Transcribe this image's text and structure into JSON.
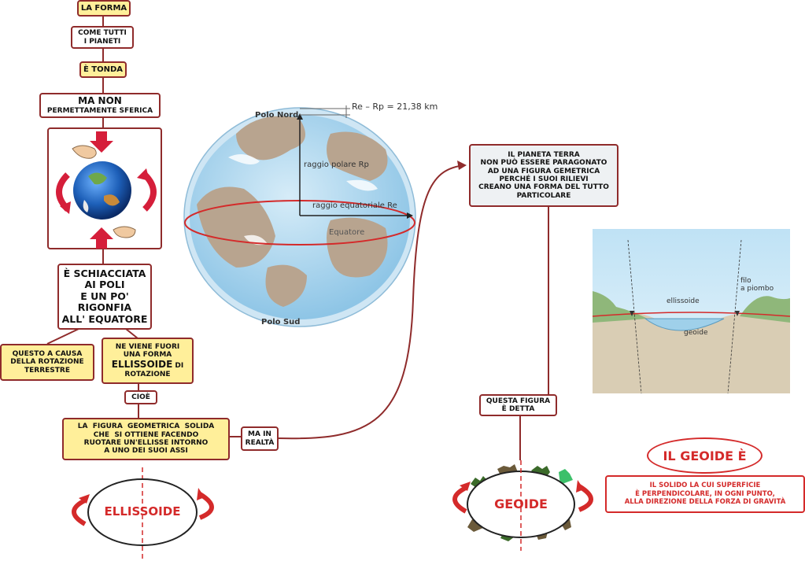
{
  "nodes": {
    "la_forma": "LA FORMA",
    "come_tutti": "COME TUTTI\nI PIANETI",
    "e_tonda": "È TONDA",
    "ma_non_1": "MA NON",
    "ma_non_2": "PERMETTAMENTE SFERICA",
    "schiacciata": "È SCHIACCIATA\nAI POLI\nE UN PO'\nRIGONFIA\nALL' EQUATORE",
    "causa": "QUESTO A CAUSA\nDELLA ROTAZIONE\nTERRESTRE",
    "ne_viene_1": "NE VIENE FUORI\nUNA FORMA",
    "ne_viene_ellissoide": "ELLISSOIDE",
    "ne_viene_di": " DI",
    "ne_viene_2": "ROTAZIONE",
    "cioe": "CIOÈ",
    "figura": "LA  FIGURA  GEOMETRICA  SOLIDA\nCHE  SI OTTIENE FACENDO\nRUOTARE UN'ELLISSE INTORNO\nA UNO DEI SUOI ASSI",
    "ma_in_realta": "MA IN\nREALTÀ",
    "pianeta": "IL PIANETA TERRA\nNON PUÒ ESSERE PARAGONATO\nAD UNA FIGURA GEMETRICA\nPERCHÉ I SUOI RILIEVI\nCREANO UNA FORMA DEL TUTTO\nPARTICOLARE",
    "questa_figura": "QUESTA FIGURA\nÈ DETTA",
    "ellissoide_label": "ELLISSOIDE",
    "geoide_label": "GEOIDE",
    "il_geoide_e": "IL GEOIDE È",
    "solido": "IL SOLIDO LA CUI SUPERFICIE\nÈ PERPENDICOLARE, IN OGNI PUNTO,\nALLA DIREZIONE DELLA FORZA DI GRAVITÀ"
  },
  "globe": {
    "diff": "Re – Rp = 21,38 km",
    "polo_nord": "Polo Nord",
    "polo_sud": "Polo Sud",
    "raggio_polare": "raggio polare Rp",
    "raggio_equatoriale": "raggio equatoriale Re",
    "equatore": "Equatore"
  },
  "geoid_figure": {
    "ellissoide": "ellissoide",
    "geoide": "geoide",
    "filo": "filo\na piombo"
  },
  "colors": {
    "accent_red": "#d42a2a",
    "border": "#8f2b2b",
    "box_yellow": "#ffef9a"
  }
}
